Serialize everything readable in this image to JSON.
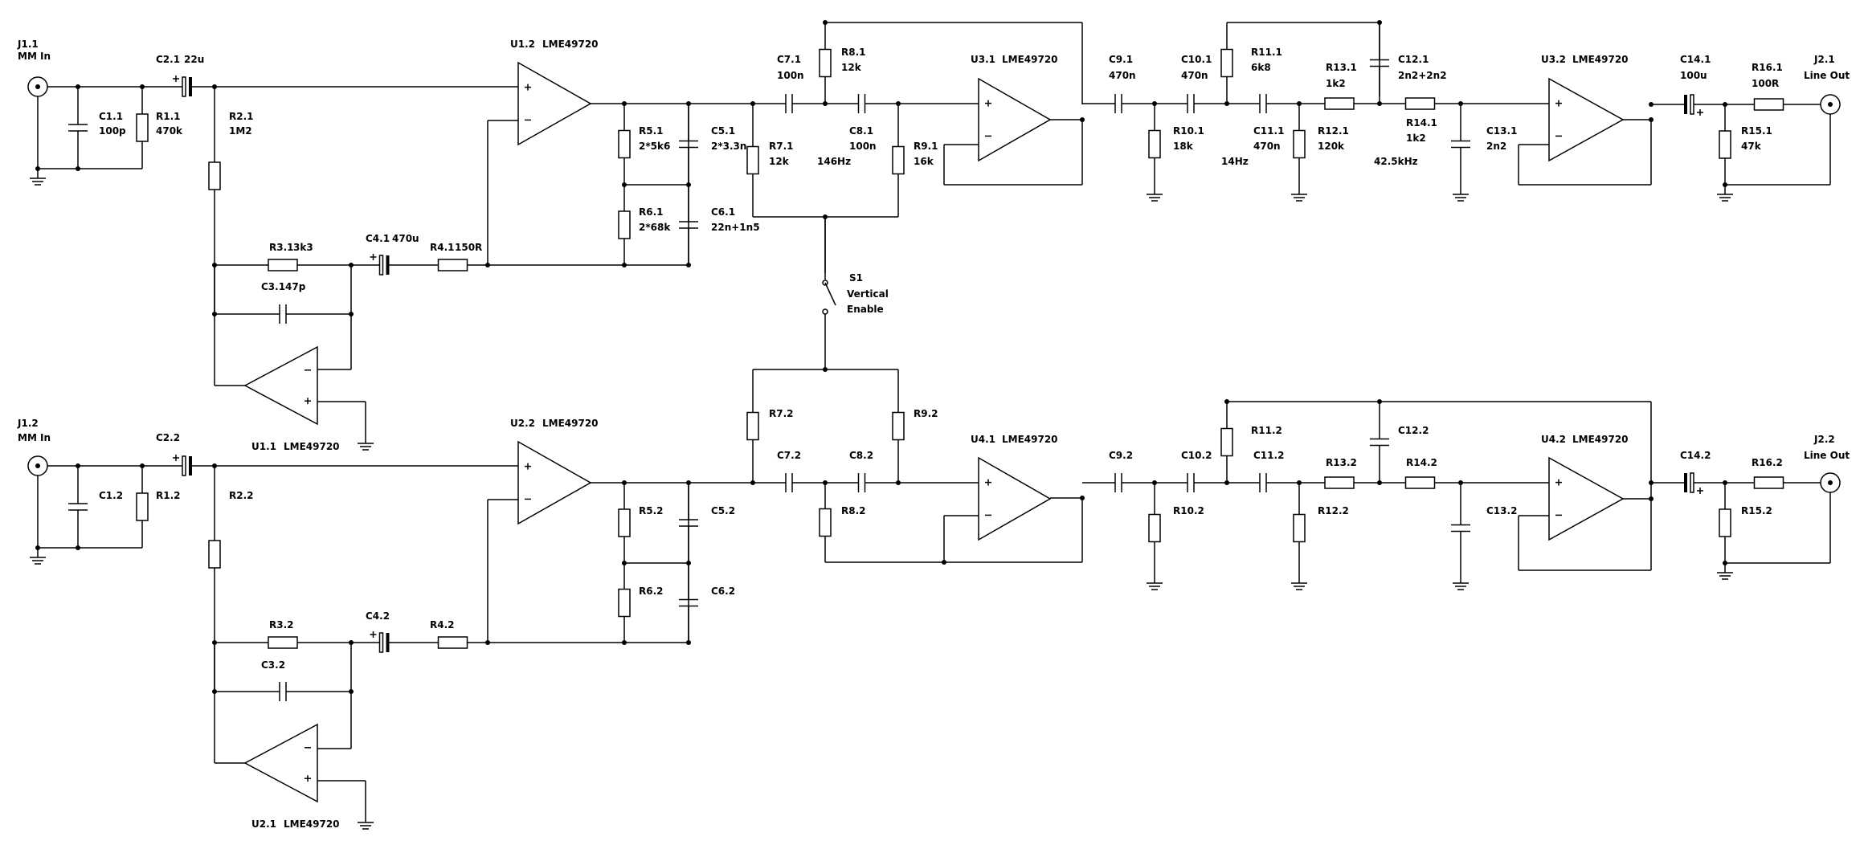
{
  "labels": {
    "J1_1": "J1.1",
    "J1_1v": "MM In",
    "C2_1": "C2.1",
    "C2_1v": "22u",
    "C1_1": "C1.1",
    "C1_1v": "100p",
    "R1_1": "R1.1",
    "R1_1v": "470k",
    "R2_1": "R2.1",
    "R2_1v": "1M2",
    "R3_1": "R3.1",
    "R3_1v": "3k3",
    "C3_1": "C3.1",
    "C3_1v": "47p",
    "C4_1": "C4.1",
    "C4_1v": "470u",
    "R4_1": "R4.1",
    "R4_1v": "150R",
    "U1_1": "U1.1",
    "U1_1v": "LME49720",
    "U1_2": "U1.2",
    "U1_2v": "LME49720",
    "R5_1": "R5.1",
    "R5_1v": "2*5k6",
    "C5_1": "C5.1",
    "C5_1v": "2*3.3n",
    "R6_1": "R6.1",
    "R6_1v": "2*68k",
    "C6_1": "C6.1",
    "C6_1v": "22n+1n5",
    "C7_1": "C7.1",
    "C7_1v": "100n",
    "R8_1": "R8.1",
    "R8_1v": "12k",
    "C8_1": "C8.1",
    "C8_1v": "100n",
    "R7_1": "R7.1",
    "R7_1v": "12k",
    "R9_1": "R9.1",
    "R9_1v": "16k",
    "f146": "146Hz",
    "U3_1": "U3.1",
    "U3_1v": "LME49720",
    "C9_1": "C9.1",
    "C9_1v": "470n",
    "C10_1": "C10.1",
    "C10_1v": "470n",
    "R10_1": "R10.1",
    "R10_1v": "18k",
    "R11_1": "R11.1",
    "R11_1v": "6k8",
    "C11_1": "C11.1",
    "C11_1v": "470n",
    "R12_1": "R12.1",
    "R12_1v": "120k",
    "f14": "14Hz",
    "R13_1": "R13.1",
    "R13_1v": "1k2",
    "C12_1": "C12.1",
    "C12_1v": "2n2+2n2",
    "R14_1": "R14.1",
    "R14_1v": "1k2",
    "f425": "42.5kHz",
    "C13_1": "C13.1",
    "C13_1v": "2n2",
    "U3_2": "U3.2",
    "U3_2v": "LME49720",
    "C14_1": "C14.1",
    "C14_1v": "100u",
    "R16_1": "R16.1",
    "R16_1v": "100R",
    "R15_1": "R15.1",
    "R15_1v": "47k",
    "J2_1": "J2.1",
    "J2_1v": "Line Out",
    "S1": "S1",
    "S1v1": "Vertical",
    "S1v2": "Enable",
    "J1_2": "J1.2",
    "J1_2v": "MM In",
    "C2_2": "C2.2",
    "C1_2": "C1.2",
    "R1_2": "R1.2",
    "R2_2": "R2.2",
    "R3_2": "R3.2",
    "C3_2": "C3.2",
    "C4_2": "C4.2",
    "R4_2": "R4.2",
    "U2_1": "U2.1",
    "U2_1v": "LME49720",
    "U2_2": "U2.2",
    "U2_2v": "LME49720",
    "R5_2": "R5.2",
    "C5_2": "C5.2",
    "R6_2": "R6.2",
    "C6_2": "C6.2",
    "R7_2": "R7.2",
    "R9_2": "R9.2",
    "C7_2": "C7.2",
    "C8_2": "C8.2",
    "R8_2": "R8.2",
    "U4_1": "U4.1",
    "U4_1v": "LME49720",
    "C9_2": "C9.2",
    "C10_2": "C10.2",
    "R10_2": "R10.2",
    "R11_2": "R11.2",
    "C11_2": "C11.2",
    "R12_2": "R12.2",
    "R13_2": "R13.2",
    "C12_2": "C12.2",
    "R14_2": "R14.2",
    "C13_2": "C13.2",
    "U4_2": "U4.2",
    "U4_2v": "LME49720",
    "C14_2": "C14.2",
    "R16_2": "R16.2",
    "R15_2": "R15.2",
    "J2_2": "J2.2",
    "J2_2v": "Line Out"
  }
}
